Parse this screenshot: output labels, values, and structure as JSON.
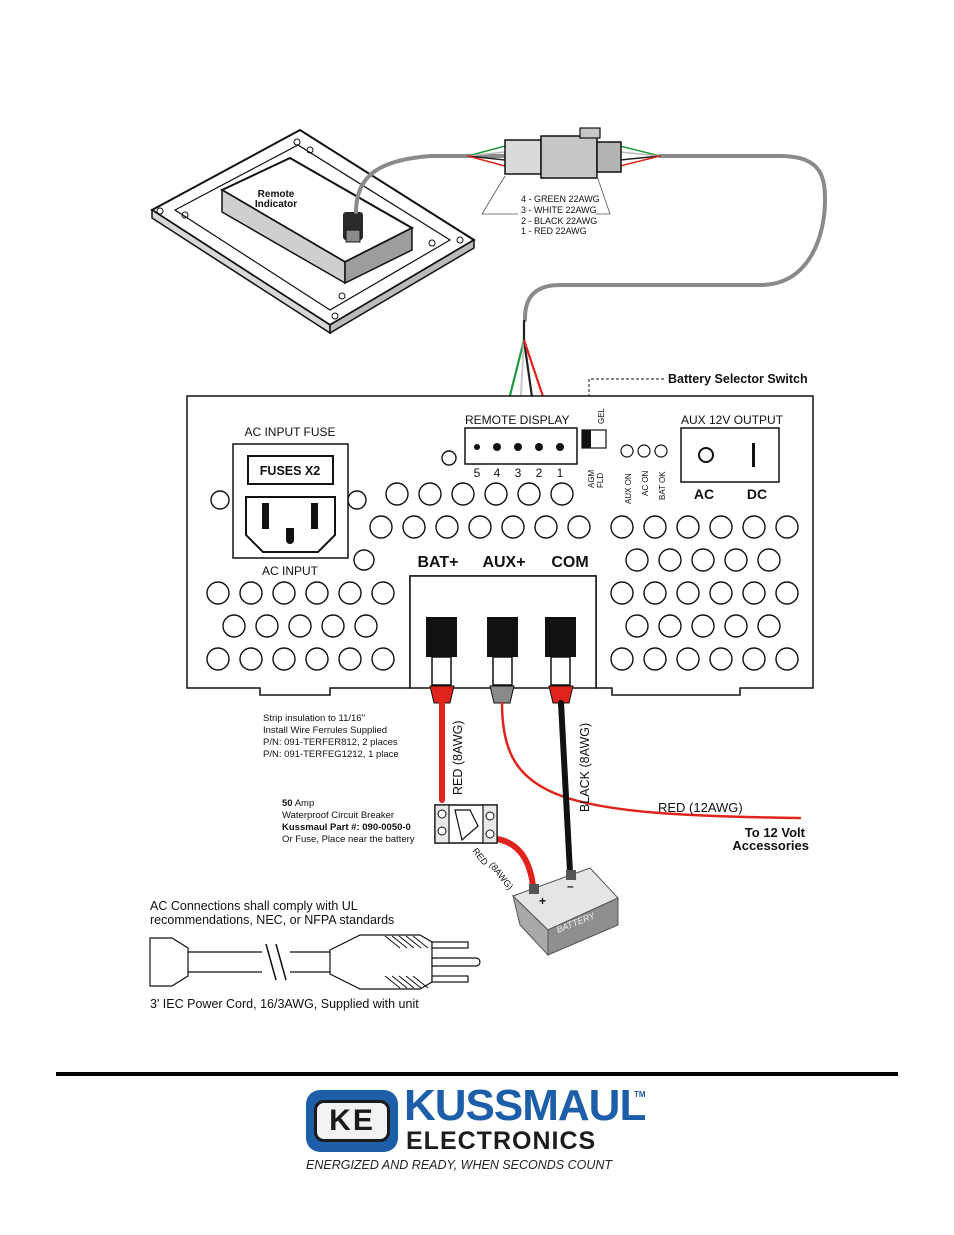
{
  "remote": {
    "indicator_line1": "Remote",
    "indicator_line2": "Indicator"
  },
  "wires": {
    "w4": "4 - GREEN 22AWG",
    "w3": "3 - WHITE 22AWG",
    "w2": "2 - BLACK 22AWG",
    "w1": "1 - RED 22AWG"
  },
  "selector": {
    "label": "Battery Selector Switch",
    "gel": "GEL",
    "agm": "AGM",
    "fld": "FLD"
  },
  "panel": {
    "ac_input_fuse": "AC INPUT FUSE",
    "fuses": "FUSES X2",
    "ac_input": "AC INPUT",
    "remote_display": "REMOTE DISPLAY",
    "pins": [
      "5",
      "4",
      "3",
      "2",
      "1"
    ],
    "aux_on": "AUX ON",
    "ac_on": "AC ON",
    "bat_ok": "BAT OK",
    "aux_output": "AUX 12V OUTPUT",
    "ac": "AC",
    "dc": "DC",
    "bat_plus": "BAT+",
    "aux_plus": "AUX+",
    "com": "COM"
  },
  "notes": {
    "strip1": "Strip insulation to 11/16\"",
    "strip2": "Install Wire Ferrules Supplied",
    "strip3": "P/N: 091-TERFER812, 2 places",
    "strip4": "P/N: 091-TERFEG1212, 1 place",
    "breaker_amp_num": "50",
    "breaker_amp_unit": " Amp",
    "breaker2": "Waterproof Circuit Breaker",
    "breaker3": "Kussmaul Part #: 090-0050-0",
    "breaker4": "Or Fuse, Place near the battery",
    "ac_conn1": "AC Connections shall comply with UL",
    "ac_conn2": "recommendations, NEC, or NFPA standards",
    "cord": "3' IEC Power Cord, 16/3AWG, Supplied with unit"
  },
  "cables": {
    "red_8awg": "RED  (8AWG)",
    "black_8awg": "BLACK  (8AWG)",
    "red_12awg": "RED  (12AWG)",
    "to_12v_1": "To  12  Volt",
    "to_12v_2": "Accessories",
    "red_small": "RED",
    "awg_small": "(8AWG)",
    "battery": "BATTERY",
    "plus": "+",
    "minus": "–"
  },
  "logo": {
    "badge": "KE",
    "name": "KUSSMAUL",
    "tm": "TM",
    "sub": "ELECTRONICS",
    "tagline": "ENERGIZED AND READY, WHEN SECONDS COUNT"
  },
  "colors": {
    "red": "#e0231c",
    "green": "#1f9a3c",
    "gray": "#8a8a8a",
    "brand": "#1d5ea8"
  }
}
